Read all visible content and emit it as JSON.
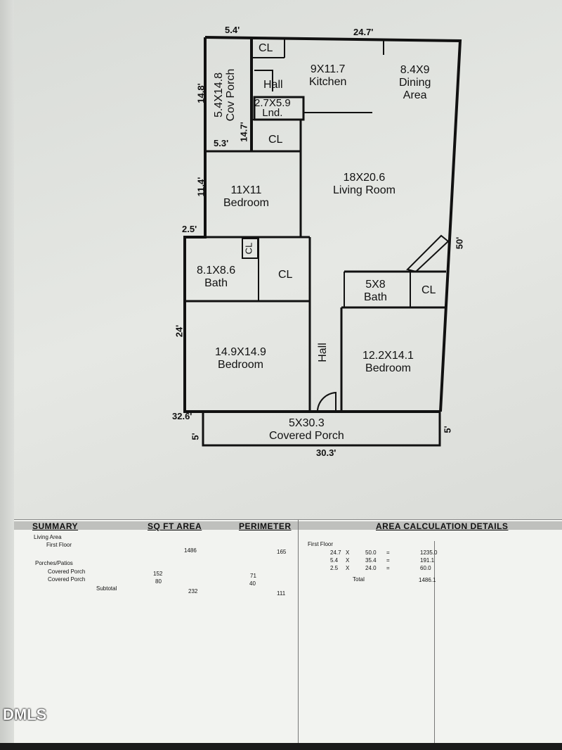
{
  "rooms": {
    "cov_porch_top": {
      "name": "Cov Porch",
      "size": "5.4X14.8"
    },
    "kitchen": {
      "size": "9X11.7",
      "name": "Kitchen"
    },
    "dining": {
      "size": "8.4X9",
      "name_1": "Dining",
      "name_2": "Area"
    },
    "hall_top": "Hall",
    "laundry": {
      "size": "2.7X5.9",
      "name": "Lnd."
    },
    "cl_top": "CL",
    "cl_mid": "CL",
    "bedroom_1": {
      "size": "11X11",
      "name": "Bedroom"
    },
    "living": {
      "size": "18X20.6",
      "name": "Living Room"
    },
    "bath_1": {
      "size": "8.1X8.6",
      "name": "Bath"
    },
    "cl_bath1_small": "CL",
    "cl_bath1": "CL",
    "bath_2": {
      "size": "5X8",
      "name": "Bath"
    },
    "cl_bath2": "CL",
    "bedroom_2": {
      "size": "14.9X14.9",
      "name": "Bedroom"
    },
    "hall_mid": "Hall",
    "bedroom_3": {
      "size": "12.2X14.1",
      "name": "Bedroom"
    },
    "covered_porch": {
      "size": "5X30.3",
      "name": "Covered Porch"
    }
  },
  "dimensions": {
    "top_left": "5.4'",
    "top_right": "24.7'",
    "porch_side": "14.8'",
    "porch_inner": "14.7'",
    "porch_bottom": "5.3'",
    "bedroom_side": "11.4'",
    "step": "2.5'",
    "right_side": "50'",
    "left_side": "24'",
    "bottom_left": "32.6'",
    "porch_left": "5'",
    "porch_right": "5'",
    "porch_bottom_dim": "30.3'"
  },
  "summary": {
    "headers": {
      "summary": "SUMMARY",
      "sqft": "SQ FT AREA",
      "perimeter": "PERIMETER",
      "details": "AREA CALCULATION DETAILS"
    },
    "living_area": "Living Area",
    "first_floor": "First Floor",
    "first_floor_sqft": "1486",
    "first_floor_perim": "165",
    "porches": "Porches/Patios",
    "covered_porch_1": "Covered Porch",
    "covered_porch_1_sqft": "152",
    "covered_porch_1_perim": "71",
    "covered_porch_2": "Covered Porch",
    "covered_porch_2_sqft": "80",
    "covered_porch_2_perim": "40",
    "subtotal": "Subtotal",
    "subtotal_sqft": "232",
    "subtotal_perim": "111",
    "calc_title": "First Floor",
    "calc_rows": [
      {
        "a": "24.7",
        "op": "X",
        "b": "50.0",
        "eq": "=",
        "r": "1235.0"
      },
      {
        "a": "5.4",
        "op": "X",
        "b": "35.4",
        "eq": "=",
        "r": "191.1"
      },
      {
        "a": "2.5",
        "op": "X",
        "b": "24.0",
        "eq": "=",
        "r": "60.0"
      }
    ],
    "total_label": "Total",
    "total_value": "1486.1"
  },
  "watermark": "DMLS"
}
